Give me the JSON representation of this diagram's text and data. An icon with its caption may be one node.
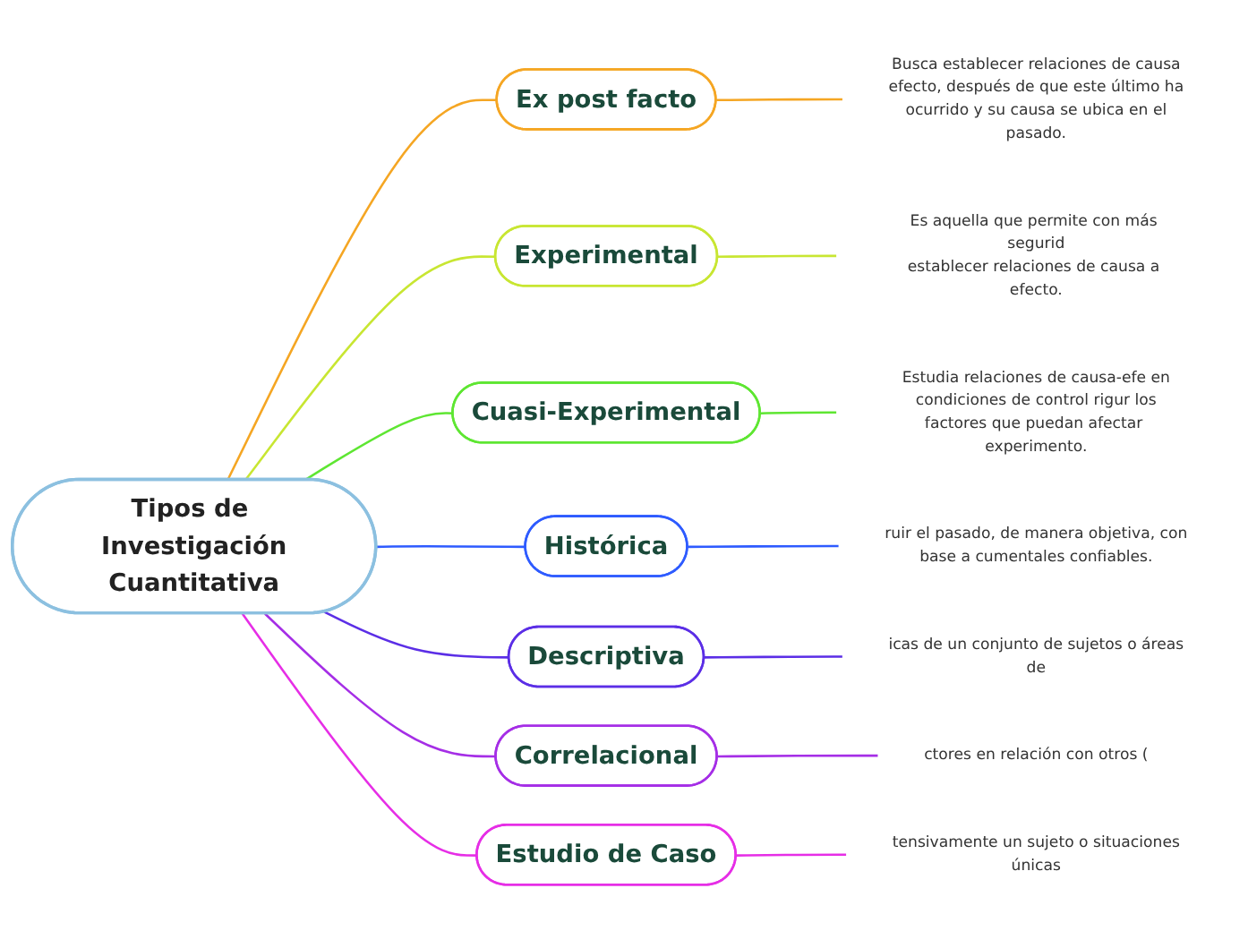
{
  "diagram": {
    "nodes": [
      {
        "text": [
          "Tipos de Investigación Cuantitativa"
        ]
      },
      {
        "text": [
          "Ex post facto"
        ]
      },
      {
        "text": [
          "Busca establecer relaciones de causa efecto, después de que este último ha ocurrido y su causa se ubica en el pasado."
        ]
      },
      {
        "text": [
          "Experimental"
        ]
      },
      {
        "text": [
          "Es aquella que permite con más segurid establecer relaciones de causa a efecto."
        ]
      },
      {
        "text": [
          "Cuasi-Experimental"
        ]
      },
      {
        "text": [
          "Estudia relaciones de causa-efe en condiciones de control rigur los factores que puedan afectar experimento."
        ]
      },
      {
        "text": [
          "Histórica"
        ]
      },
      {
        "text": [
          "ruir el pasado, de manera objetiva, con base a cumentales confiables."
        ]
      },
      {
        "text": [
          "Descriptiva"
        ]
      },
      {
        "text": [
          "icas de un conjunto de sujetos o áreas de"
        ]
      },
      {
        "text": [
          "Correlacional"
        ]
      },
      {
        "text": [
          "ctores en relación con otros ("
        ]
      },
      {
        "text": [
          "Estudio de Caso"
        ]
      },
      {
        "text": [
          "tensivamente un sujeto o situaciones únicas"
        ]
      }
    ],
    "edges": [
      {
        "from": 0,
        "to": 1,
        "arrow": "none",
        "color": "#f5a623"
      },
      {
        "from": 1,
        "to": 2,
        "arrow": "none",
        "color": "#f5a623"
      },
      {
        "from": 0,
        "to": 3,
        "arrow": "none",
        "color": "#c8e632"
      },
      {
        "from": 3,
        "to": 4,
        "arrow": "none",
        "color": "#c8e632"
      },
      {
        "from": 0,
        "to": 5,
        "arrow": "none",
        "color": "#5ee632"
      },
      {
        "from": 5,
        "to": 6,
        "arrow": "none",
        "color": "#5ee632"
      },
      {
        "from": 0,
        "to": 7,
        "arrow": "none",
        "color": "#2e5bff"
      },
      {
        "from": 7,
        "to": 8,
        "arrow": "none",
        "color": "#2e5bff"
      },
      {
        "from": 0,
        "to": 9,
        "arrow": "none",
        "color": "#5b2ee6"
      },
      {
        "from": 9,
        "to": 10,
        "arrow": "none",
        "color": "#5b2ee6"
      },
      {
        "from": 0,
        "to": 11,
        "arrow": "none",
        "color": "#a52ee6"
      },
      {
        "from": 11,
        "to": 12,
        "arrow": "none",
        "color": "#a52ee6"
      },
      {
        "from": 0,
        "to": 13,
        "arrow": "none",
        "color": "#e62ee6"
      },
      {
        "from": 13,
        "to": 14,
        "arrow": "none",
        "color": "#e62ee6"
      }
    ]
  }
}
